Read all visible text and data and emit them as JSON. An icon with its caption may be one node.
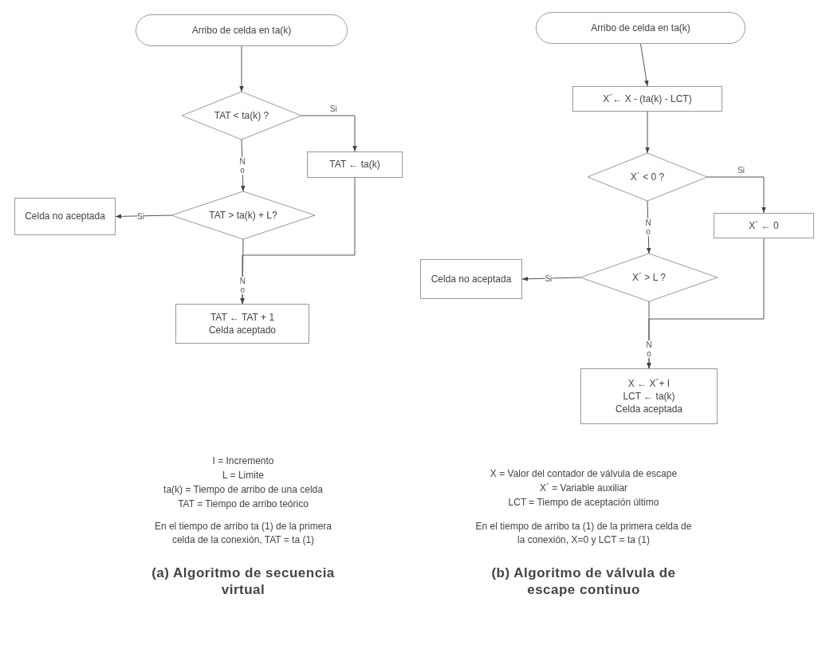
{
  "diagram": {
    "nodes": [
      {
        "text": [
          "Arribo de celda en ta(k)"
        ]
      },
      {
        "text": [
          "TAT < ta(k) ?"
        ]
      },
      {
        "text": [
          "TAT ← ta(k)"
        ]
      },
      {
        "text": [
          "TAT > ta(k) + L?"
        ]
      },
      {
        "text": [
          "Celda no aceptada"
        ]
      },
      {
        "text": [
          "TAT ← TAT + 1",
          "Celda aceptado"
        ]
      },
      {
        "text": [
          "Arribo de celda en ta(k)"
        ]
      },
      {
        "text": [
          "X´← X - (ta(k) - LCT)"
        ]
      },
      {
        "text": [
          "X´ < 0 ?"
        ]
      },
      {
        "text": [
          "X´ ← 0"
        ]
      },
      {
        "text": [
          "X´ > L ?"
        ]
      },
      {
        "text": [
          "Celda no aceptada"
        ]
      },
      {
        "text": [
          "X ← X´+ I",
          "LCT ← ta(k)",
          "Celda aceptada"
        ]
      }
    ],
    "edges": [
      {
        "from": 0,
        "to": 1,
        "arrow": "to"
      },
      {
        "from": 1,
        "to": 2,
        "arrow": "to",
        "label": "Si"
      },
      {
        "from": 1,
        "to": 3,
        "arrow": "to",
        "label": "No"
      },
      {
        "from": 3,
        "to": 4,
        "arrow": "to",
        "label": "Si"
      },
      {
        "from": 3,
        "to": 5,
        "arrow": "to",
        "label": "No"
      },
      {
        "from": 2,
        "to": 5,
        "arrow": "to"
      },
      {
        "from": 6,
        "to": 7,
        "arrow": "to"
      },
      {
        "from": 7,
        "to": 8,
        "arrow": "to"
      },
      {
        "from": 8,
        "to": 9,
        "arrow": "to",
        "label": "Si"
      },
      {
        "from": 8,
        "to": 10,
        "arrow": "to",
        "label": "No"
      },
      {
        "from": 10,
        "to": 11,
        "arrow": "to",
        "label": "Si"
      },
      {
        "from": 10,
        "to": 12,
        "arrow": "to",
        "label": "No"
      },
      {
        "from": 9,
        "to": 12,
        "arrow": "to"
      }
    ],
    "labels": [
      "I = Incremento",
      "L = Limite",
      "ta(k) = Tiempo de arribo de una celda",
      "TAT = Tiempo de arribo teórico",
      "En el tiempo de arribo ta (1) de la primera celda de la conexión, TAT = ta (1)",
      "(a) Algoritmo de secuencia virtual",
      "X = Valor del contador de válvula de escape",
      "X´ = Variable auxiliar",
      "LCT = Tiempo de aceptación último",
      "En el tiempo de arribo ta (1) de la primera celda de la conexión, X=0 y LCT = ta (1)",
      "(b) Algoritmo de válvula de escape continuo"
    ]
  }
}
